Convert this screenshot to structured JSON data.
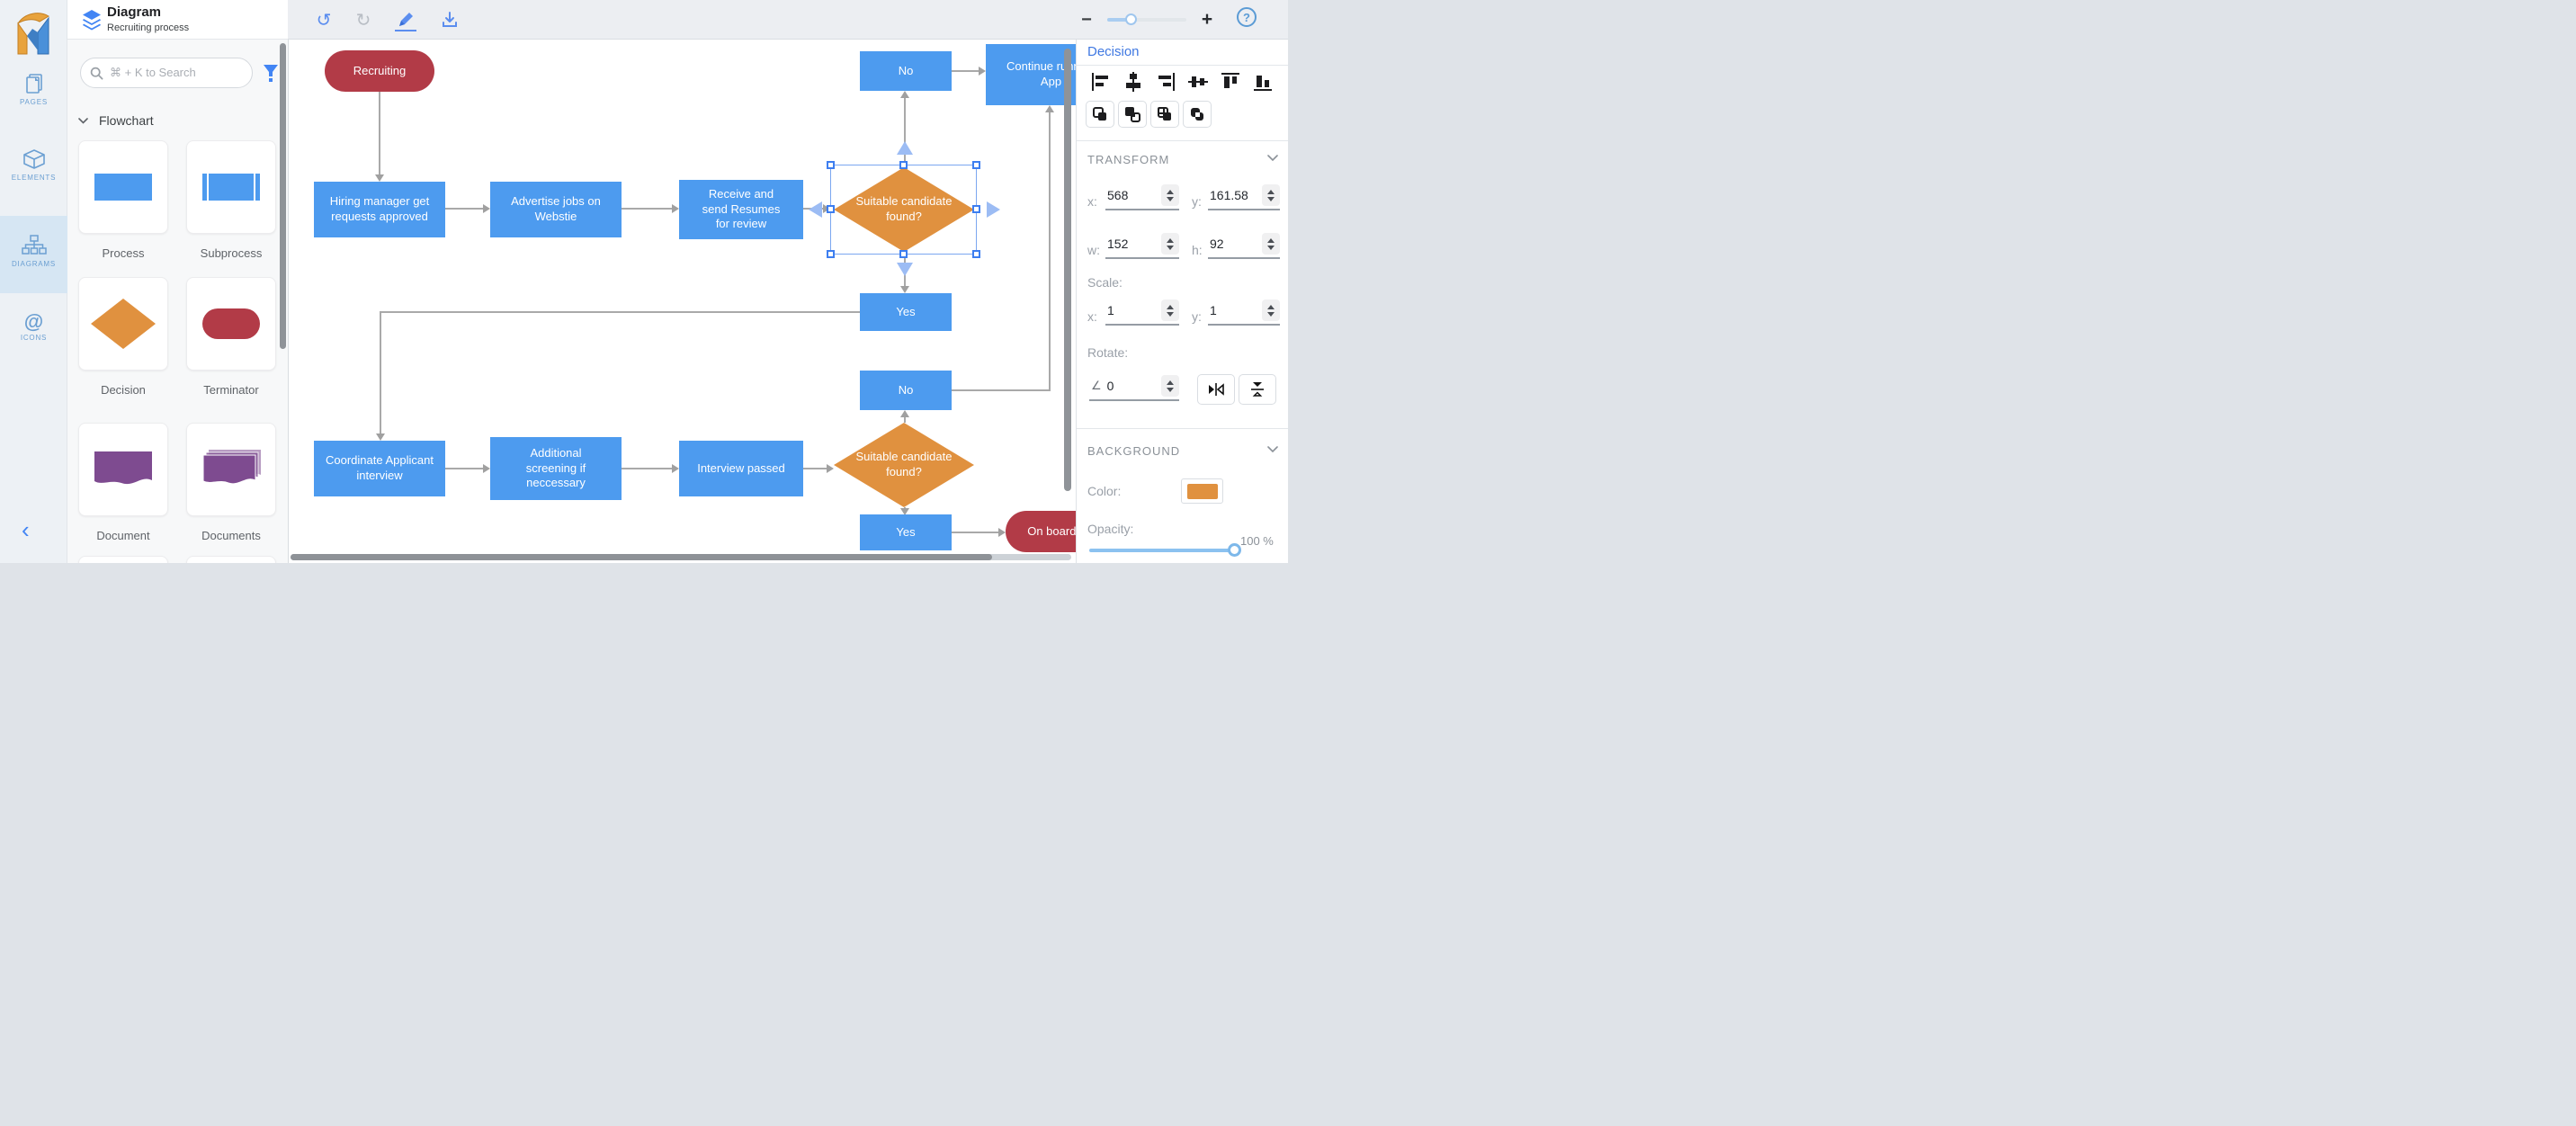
{
  "rail": {
    "items": [
      {
        "id": "pages",
        "label": "PAGES"
      },
      {
        "id": "elements",
        "label": "ELEMENTS"
      },
      {
        "id": "diagrams",
        "label": "DIAGRAMS",
        "active": true
      },
      {
        "id": "icons",
        "label": "ICONS"
      }
    ]
  },
  "panel": {
    "title": "Diagram",
    "subtitle": "Recruiting process",
    "search_placeholder": "⌘ + K to Search",
    "section_title": "Flowchart",
    "shapes": [
      {
        "label": "Process"
      },
      {
        "label": "Subprocess"
      },
      {
        "label": "Decision"
      },
      {
        "label": "Terminator"
      },
      {
        "label": "Document"
      },
      {
        "label": "Documents"
      }
    ]
  },
  "toolbar": {
    "undo_glyph": "↺",
    "redo_glyph": "↻",
    "zoom_minus": "−",
    "zoom_plus": "+",
    "help_glyph": "?"
  },
  "flowchart": {
    "nodes": {
      "recruiting": {
        "label": "Recruiting",
        "type": "terminator",
        "color": "#b23b47"
      },
      "no_top": {
        "label": "No",
        "type": "process",
        "color": "#4d9bef"
      },
      "continue_app": {
        "label": "Continue running App",
        "type": "process",
        "color": "#4d9bef"
      },
      "hiring": {
        "label": "Hiring manager get requests approved",
        "type": "process",
        "color": "#4d9bef"
      },
      "advertise": {
        "label": "Advertise jobs on Webstie",
        "type": "process",
        "color": "#4d9bef"
      },
      "receive": {
        "label": "Receive and send Resumes for review",
        "type": "process",
        "color": "#4d9bef"
      },
      "decision_top": {
        "label": "Suitable candidate found?",
        "type": "decision",
        "color": "#e0913f",
        "selected": true
      },
      "yes_top": {
        "label": "Yes",
        "type": "process",
        "color": "#4d9bef"
      },
      "no_bottom": {
        "label": "No",
        "type": "process",
        "color": "#4d9bef"
      },
      "decision_bottom": {
        "label": "Suitable candidate found?",
        "type": "decision",
        "color": "#e0913f"
      },
      "coordinate": {
        "label": "Coordinate Applicant interview",
        "type": "process",
        "color": "#4d9bef"
      },
      "additional": {
        "label": "Additional screening if neccessary",
        "type": "process",
        "color": "#4d9bef"
      },
      "interview": {
        "label": "Interview passed",
        "type": "process",
        "color": "#4d9bef"
      },
      "yes_bottom": {
        "label": "Yes",
        "type": "process",
        "color": "#4d9bef"
      },
      "onboarding": {
        "label": "On boarding",
        "type": "terminator",
        "color": "#b23b47"
      }
    },
    "connector_color": "#a9a9a9",
    "selection_color": "#4c8df0"
  },
  "inspector": {
    "selected_shape_title": "Decision",
    "transform": {
      "header": "TRANSFORM",
      "x_label": "x:",
      "x": "568",
      "y_label": "y:",
      "y": "161.58",
      "w_label": "w:",
      "w": "152",
      "h_label": "h:",
      "h": "92",
      "scale_label": "Scale:",
      "scale_x_label": "x:",
      "scale_x": "1",
      "scale_y_label": "y:",
      "scale_y": "1",
      "rotate_label": "Rotate:",
      "rotate_glyph": "∠",
      "rotate": "0"
    },
    "background": {
      "header": "BACKGROUND",
      "color_label": "Color:",
      "color": "#e0913f",
      "opacity_label": "Opacity:",
      "opacity_display": "100 %"
    }
  }
}
